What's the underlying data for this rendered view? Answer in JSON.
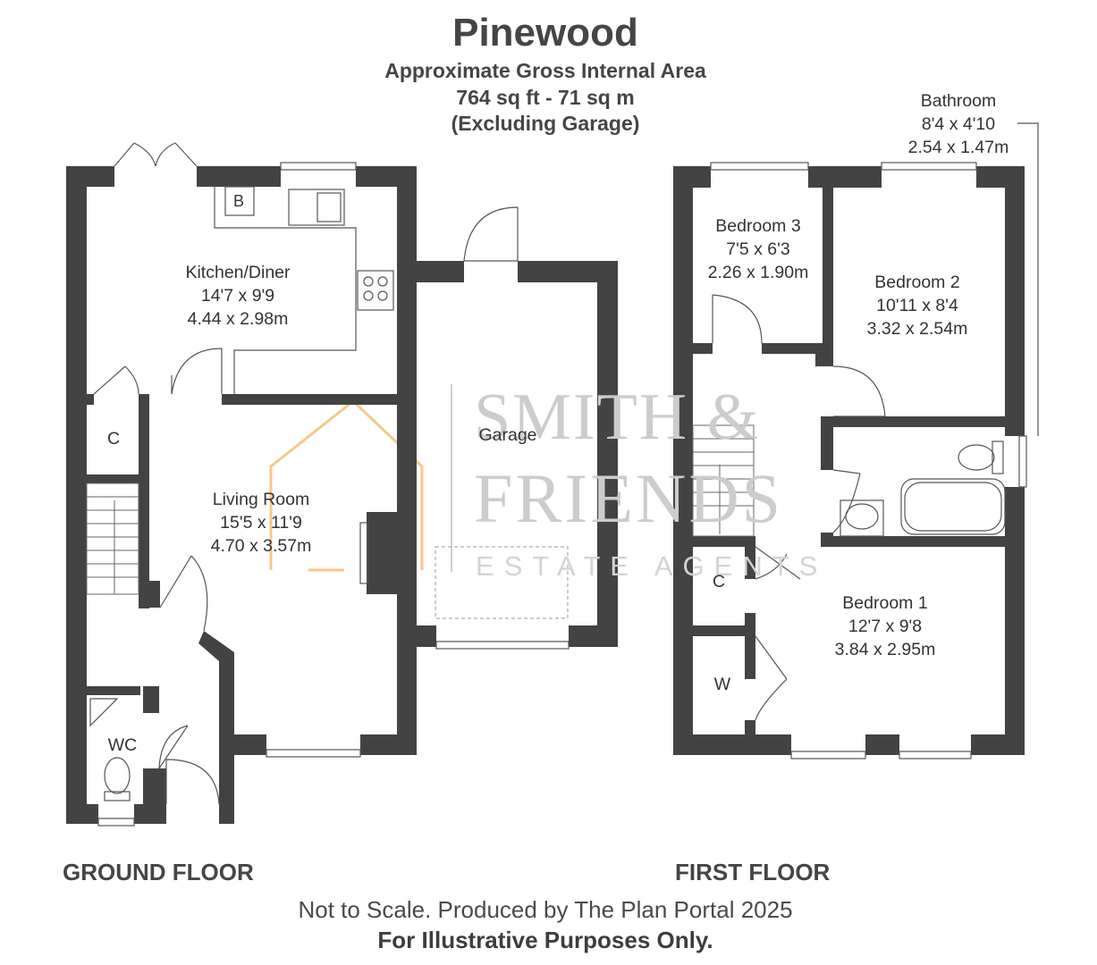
{
  "title": "Pinewood",
  "area": {
    "line1": "Approximate Gross Internal Area",
    "line2": "764 sq ft - 71 sq m",
    "line3": "(Excluding Garage)"
  },
  "floors": {
    "ground": {
      "label": "GROUND FLOOR",
      "rooms": [
        {
          "name": "Kitchen/Diner",
          "imperial": "14'7 x 9'9",
          "metric": "4.44 x 2.98m"
        },
        {
          "name": "Living Room",
          "imperial": "15'5 x 11'9",
          "metric": "4.70 x 3.57m"
        },
        {
          "name": "Garage"
        },
        {
          "name": "WC"
        },
        {
          "name": "C"
        },
        {
          "name": "B"
        }
      ]
    },
    "first": {
      "label": "FIRST FLOOR",
      "rooms": [
        {
          "name": "Bedroom 3",
          "imperial": "7'5 x 6'3",
          "metric": "2.26 x 1.90m"
        },
        {
          "name": "Bedroom 2",
          "imperial": "10'11 x 8'4",
          "metric": "3.32 x 2.54m"
        },
        {
          "name": "Bathroom",
          "imperial": "8'4 x 4'10",
          "metric": "2.54 x 1.47m"
        },
        {
          "name": "Bedroom 1",
          "imperial": "12'7 x 9'8",
          "metric": "3.84 x 2.95m"
        },
        {
          "name": "C"
        },
        {
          "name": "W"
        }
      ]
    }
  },
  "watermark": {
    "line1": "SMITH &",
    "line2": "FRIENDS",
    "line3": "ESTATE AGENTS",
    "accent_color": "#f5c98a",
    "text_color": "#cccccc"
  },
  "footer": {
    "line1": "Not to Scale. Produced by The Plan Portal 2025",
    "line2": "For Illustrative Purposes Only."
  },
  "colors": {
    "wall": "#434343",
    "text": "#454545"
  }
}
